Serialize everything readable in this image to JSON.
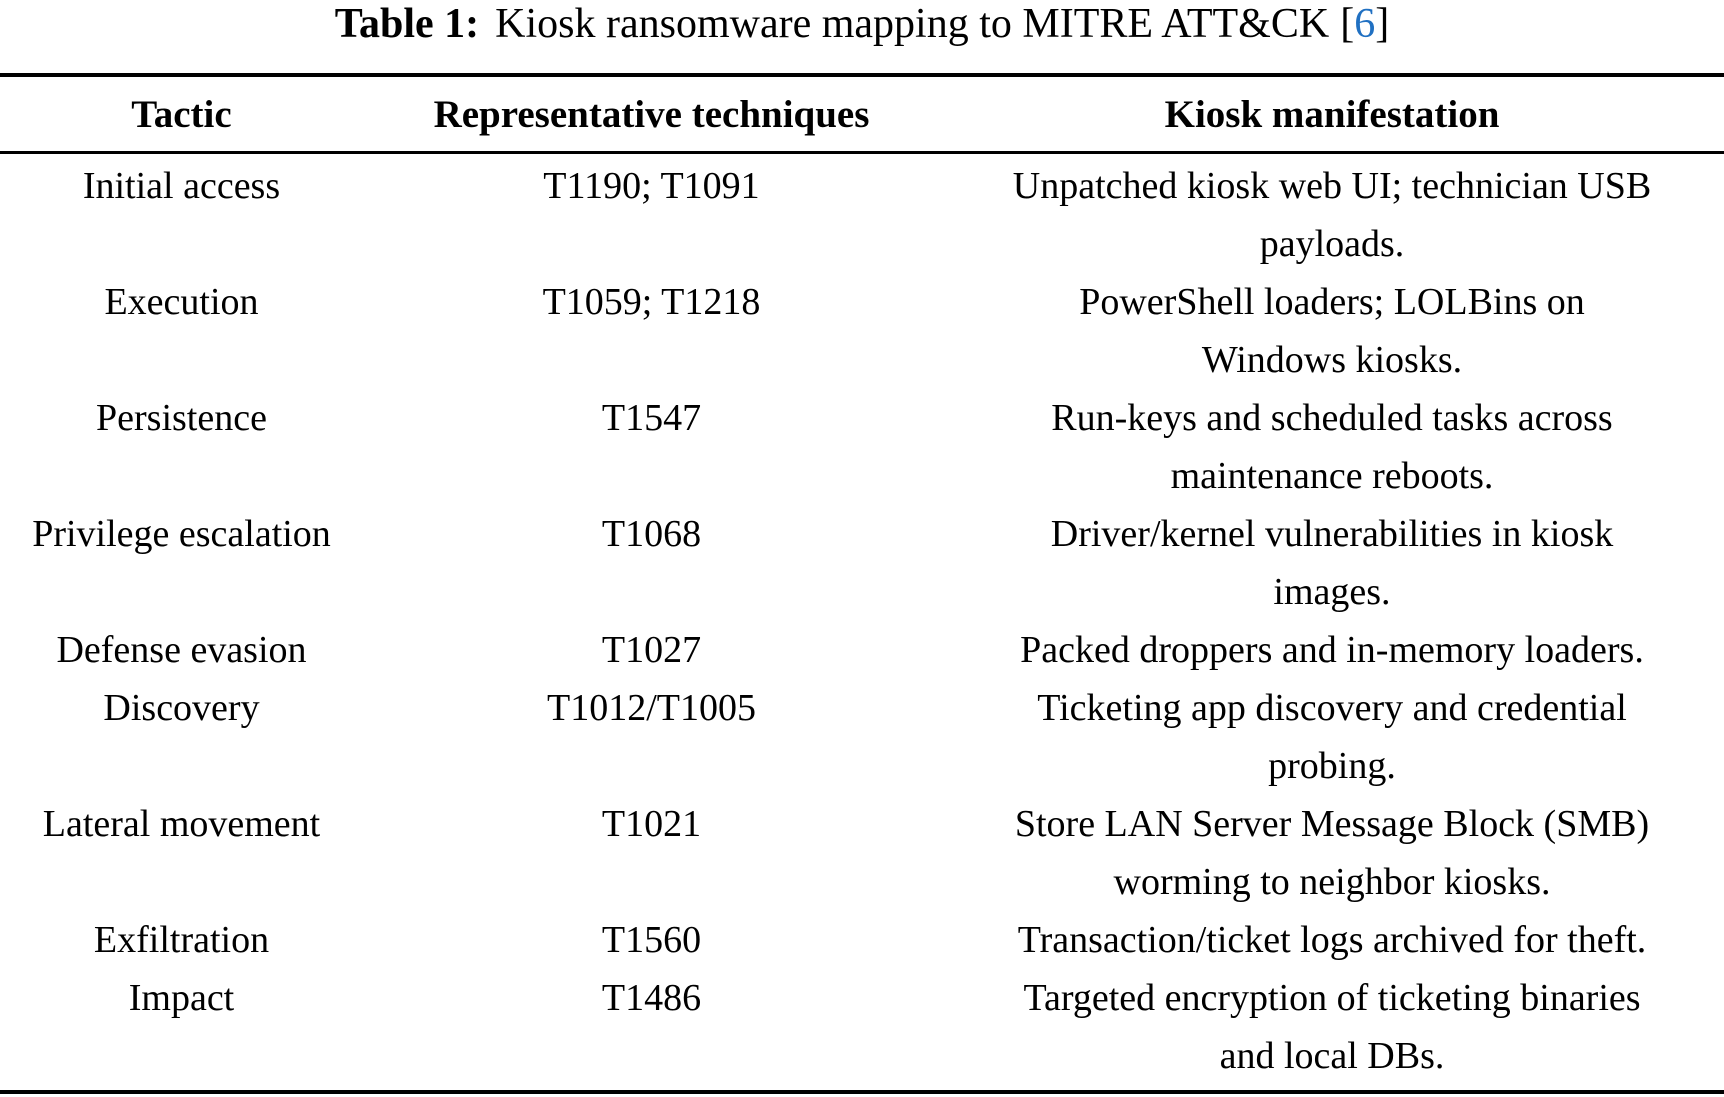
{
  "caption": {
    "label": "Table 1:",
    "title": "Kiosk ransomware mapping to MITRE ATT&CK",
    "cite_open": "[",
    "cite_number": "6",
    "cite_close": "]"
  },
  "colors": {
    "text": "#000000",
    "background": "#ffffff",
    "citation_link": "#2070c2"
  },
  "table": {
    "columns": [
      "Tactic",
      "Representative techniques",
      "Kiosk manifestation"
    ],
    "rows": [
      {
        "tactic": "Initial access",
        "techniques": "T1190; T1091",
        "manifestation_lines": [
          "Unpatched kiosk web UI; technician USB",
          "payloads."
        ]
      },
      {
        "tactic": "Execution",
        "techniques": "T1059; T1218",
        "manifestation_lines": [
          "PowerShell loaders; LOLBins on",
          "Windows kiosks."
        ]
      },
      {
        "tactic": "Persistence",
        "techniques": "T1547",
        "manifestation_lines": [
          "Run-keys and scheduled tasks across",
          "maintenance reboots."
        ]
      },
      {
        "tactic": "Privilege escalation",
        "techniques": "T1068",
        "manifestation_lines": [
          "Driver/kernel vulnerabilities in kiosk",
          "images."
        ]
      },
      {
        "tactic": "Defense evasion",
        "techniques": "T1027",
        "manifestation_lines": [
          "Packed droppers and in-memory loaders."
        ]
      },
      {
        "tactic": "Discovery",
        "techniques": "T1012/T1005",
        "manifestation_lines": [
          "Ticketing app discovery and credential",
          "probing."
        ]
      },
      {
        "tactic": "Lateral movement",
        "techniques": "T1021",
        "manifestation_lines": [
          "Store LAN Server Message Block (SMB)",
          "worming to neighbor kiosks."
        ]
      },
      {
        "tactic": "Exfiltration",
        "techniques": "T1560",
        "manifestation_lines": [
          "Transaction/ticket logs archived for theft."
        ]
      },
      {
        "tactic": "Impact",
        "techniques": "T1486",
        "manifestation_lines": [
          "Targeted encryption of ticketing binaries",
          "and local DBs."
        ]
      }
    ]
  }
}
